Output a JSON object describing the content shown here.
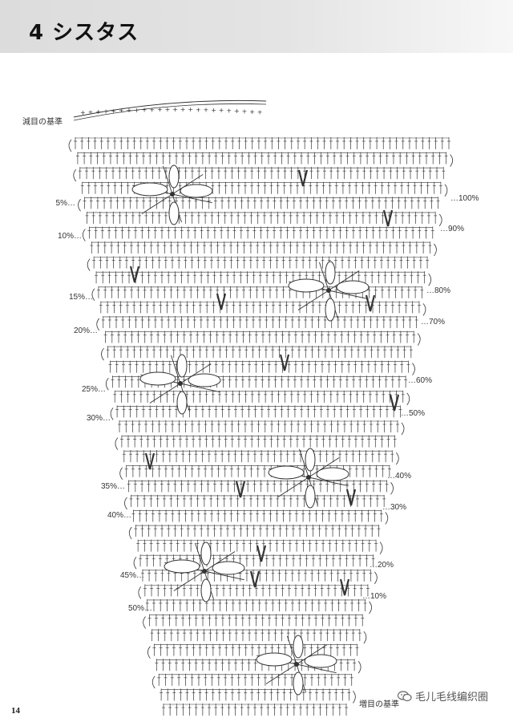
{
  "header": {
    "title": "4 シスタス"
  },
  "labels": {
    "decrease_base": "減目の基準",
    "increase_base": "増目の基準"
  },
  "left_percentages": [
    "5%…",
    "10%…",
    "15%…",
    "20%…",
    "25%…",
    "30%…",
    "35%…",
    "40%…",
    "45%…",
    "50%…"
  ],
  "right_percentages": [
    "…100%",
    "…90%",
    "…80%",
    "…70%",
    "…60%",
    "…50%",
    "…40%",
    "…30%",
    "…20%",
    "…10%"
  ],
  "page_number": "14",
  "watermark": "毛儿毛线编织圈"
}
